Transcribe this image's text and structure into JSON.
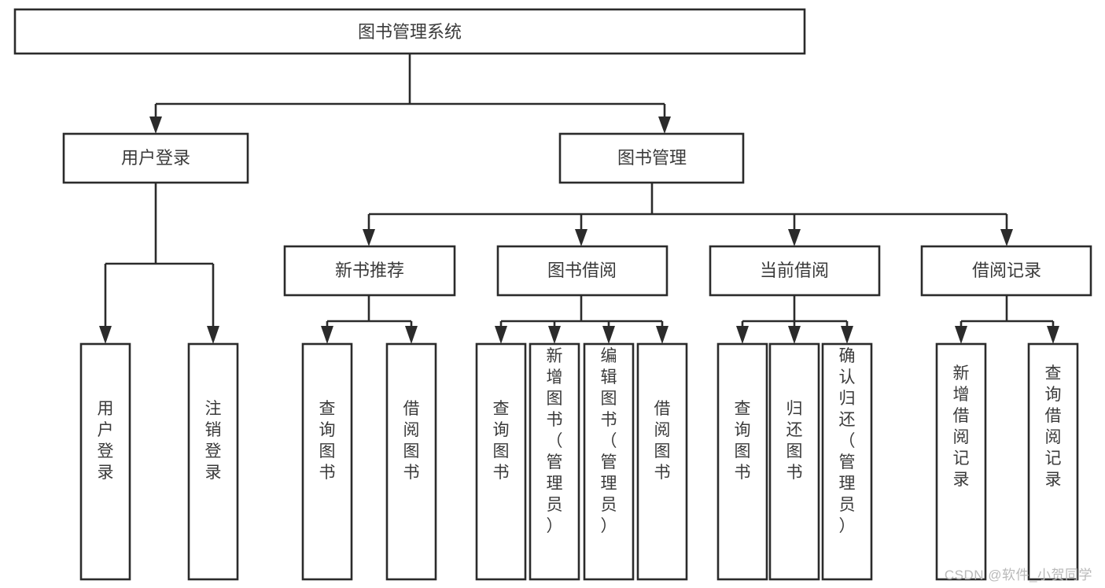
{
  "diagram": {
    "type": "tree",
    "title": "图书管理系统",
    "root": {
      "label": "图书管理系统"
    },
    "level2": [
      {
        "label": "用户登录"
      },
      {
        "label": "图书管理"
      }
    ],
    "level3": [
      {
        "label": "新书推荐"
      },
      {
        "label": "图书借阅"
      },
      {
        "label": "当前借阅"
      },
      {
        "label": "借阅记录"
      }
    ],
    "leaves": {
      "user_login": [
        "用户登录",
        "注销登录"
      ],
      "new_book_recommend": [
        "查询图书",
        "借阅图书"
      ],
      "book_borrow": [
        "查询图书",
        "新增图书（管理员）",
        "编辑图书（管理员）",
        "借阅图书"
      ],
      "current_borrow": [
        "查询图书",
        "归还图书",
        "确认归还（管理员）"
      ],
      "borrow_record": [
        "新增借阅记录",
        "查询借阅记录"
      ]
    }
  },
  "watermark": {
    "text": "CSDN @软件_小贺同学"
  },
  "colors": {
    "background": "#ffffff",
    "box_fill": "#ffffff",
    "box_stroke": "#2b2b2b",
    "text": "#3a3a3a",
    "watermark": "#b9b9b9"
  }
}
